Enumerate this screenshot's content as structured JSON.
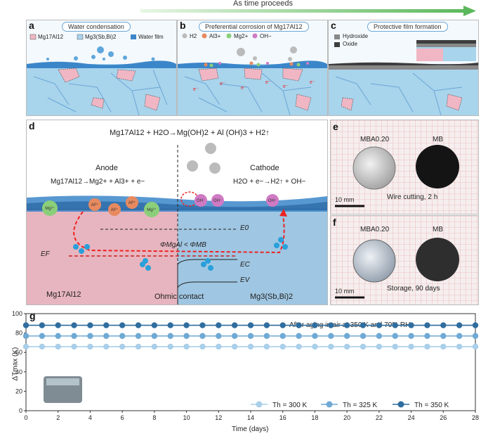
{
  "header": {
    "time_arrow_label": "As time proceeds"
  },
  "panel_a": {
    "label": "a",
    "title": "Water condensation",
    "legend": [
      "Mg17Al12",
      "Mg3(Sb,Bi)2",
      "Water film"
    ]
  },
  "panel_b": {
    "label": "b",
    "title": "Preferential corrosion of Mg17Al12",
    "legend": [
      "H2",
      "Al3+",
      "Mg2+",
      "OH−"
    ]
  },
  "panel_c": {
    "label": "c",
    "title": "Protective film formation",
    "legend": [
      "Hydroxide",
      "Oxide"
    ]
  },
  "panel_d": {
    "label": "d",
    "reaction": "Mg17Al12 + H2O→Mg(OH)2 + Al (OH)3 + H2↑",
    "anode_label": "Anode",
    "anode_reaction": "Mg17Al12→Mg2+ + Al3+ + e−",
    "cathode_label": "Cathode",
    "cathode_reaction": "H2O + e−→H2↑ + OH−",
    "e0": "E0",
    "phi": "ΦMgAl < ΦMB",
    "ef": "EF",
    "ec": "EC",
    "ev": "EV",
    "left_material": "Mg17Al12",
    "right_material": "Mg3(Sb,Bi)2",
    "contact": "Ohmic contact"
  },
  "panel_e": {
    "label": "e",
    "left_sample": "MBA0.20",
    "right_sample": "MB",
    "caption": "Wire cutting, 2 h",
    "scale": "10 mm"
  },
  "panel_f": {
    "label": "f",
    "left_sample": "MBA0.20",
    "right_sample": "MB",
    "caption": "Storage, 90 days",
    "scale": "10 mm"
  },
  "panel_g": {
    "label": "g",
    "annotation": "After aging in air at 350 K and 70% RH",
    "colors": {
      "s300": "#a9cfe9",
      "s325": "#6fa9d4",
      "s350": "#2f6d9e"
    }
  },
  "chart_data": {
    "type": "line",
    "title": "",
    "xlabel": "Time (days)",
    "ylabel": "ΔTmax (K)",
    "xlim": [
      0,
      28
    ],
    "ylim": [
      0,
      100
    ],
    "xticks": [
      0,
      2,
      4,
      6,
      8,
      10,
      12,
      14,
      16,
      18,
      20,
      22,
      24,
      26,
      28
    ],
    "yticks": [
      0,
      20,
      40,
      60,
      80,
      100
    ],
    "x": [
      0,
      1,
      2,
      3,
      4,
      5,
      6,
      7,
      8,
      9,
      10,
      11,
      12,
      13,
      14,
      15,
      16,
      17,
      18,
      19,
      20,
      21,
      22,
      23,
      24,
      25,
      26,
      27,
      28
    ],
    "series": [
      {
        "name": "Th = 300 K",
        "values": [
          66,
          66,
          66,
          66,
          66,
          66,
          66,
          66,
          66,
          66,
          66,
          66,
          66,
          66,
          66,
          66,
          66,
          66,
          66,
          66,
          66,
          66,
          66,
          66,
          66,
          66,
          66,
          66,
          66
        ]
      },
      {
        "name": "Th = 325 K",
        "values": [
          77,
          77,
          77,
          77,
          77,
          77,
          77,
          77,
          77,
          77,
          77,
          77,
          77,
          77,
          77,
          77,
          77,
          77,
          77,
          77,
          77,
          77,
          77,
          77,
          77,
          77,
          77,
          77,
          77
        ]
      },
      {
        "name": "Th = 350 K",
        "values": [
          88,
          88,
          88,
          88,
          88,
          88,
          88,
          88,
          88,
          88,
          88,
          88,
          88,
          88,
          88,
          88,
          88,
          88,
          88,
          88,
          88,
          88,
          88,
          88,
          88,
          88,
          88,
          88,
          88
        ]
      }
    ],
    "legend_position": "bottom-right",
    "grid": false
  }
}
